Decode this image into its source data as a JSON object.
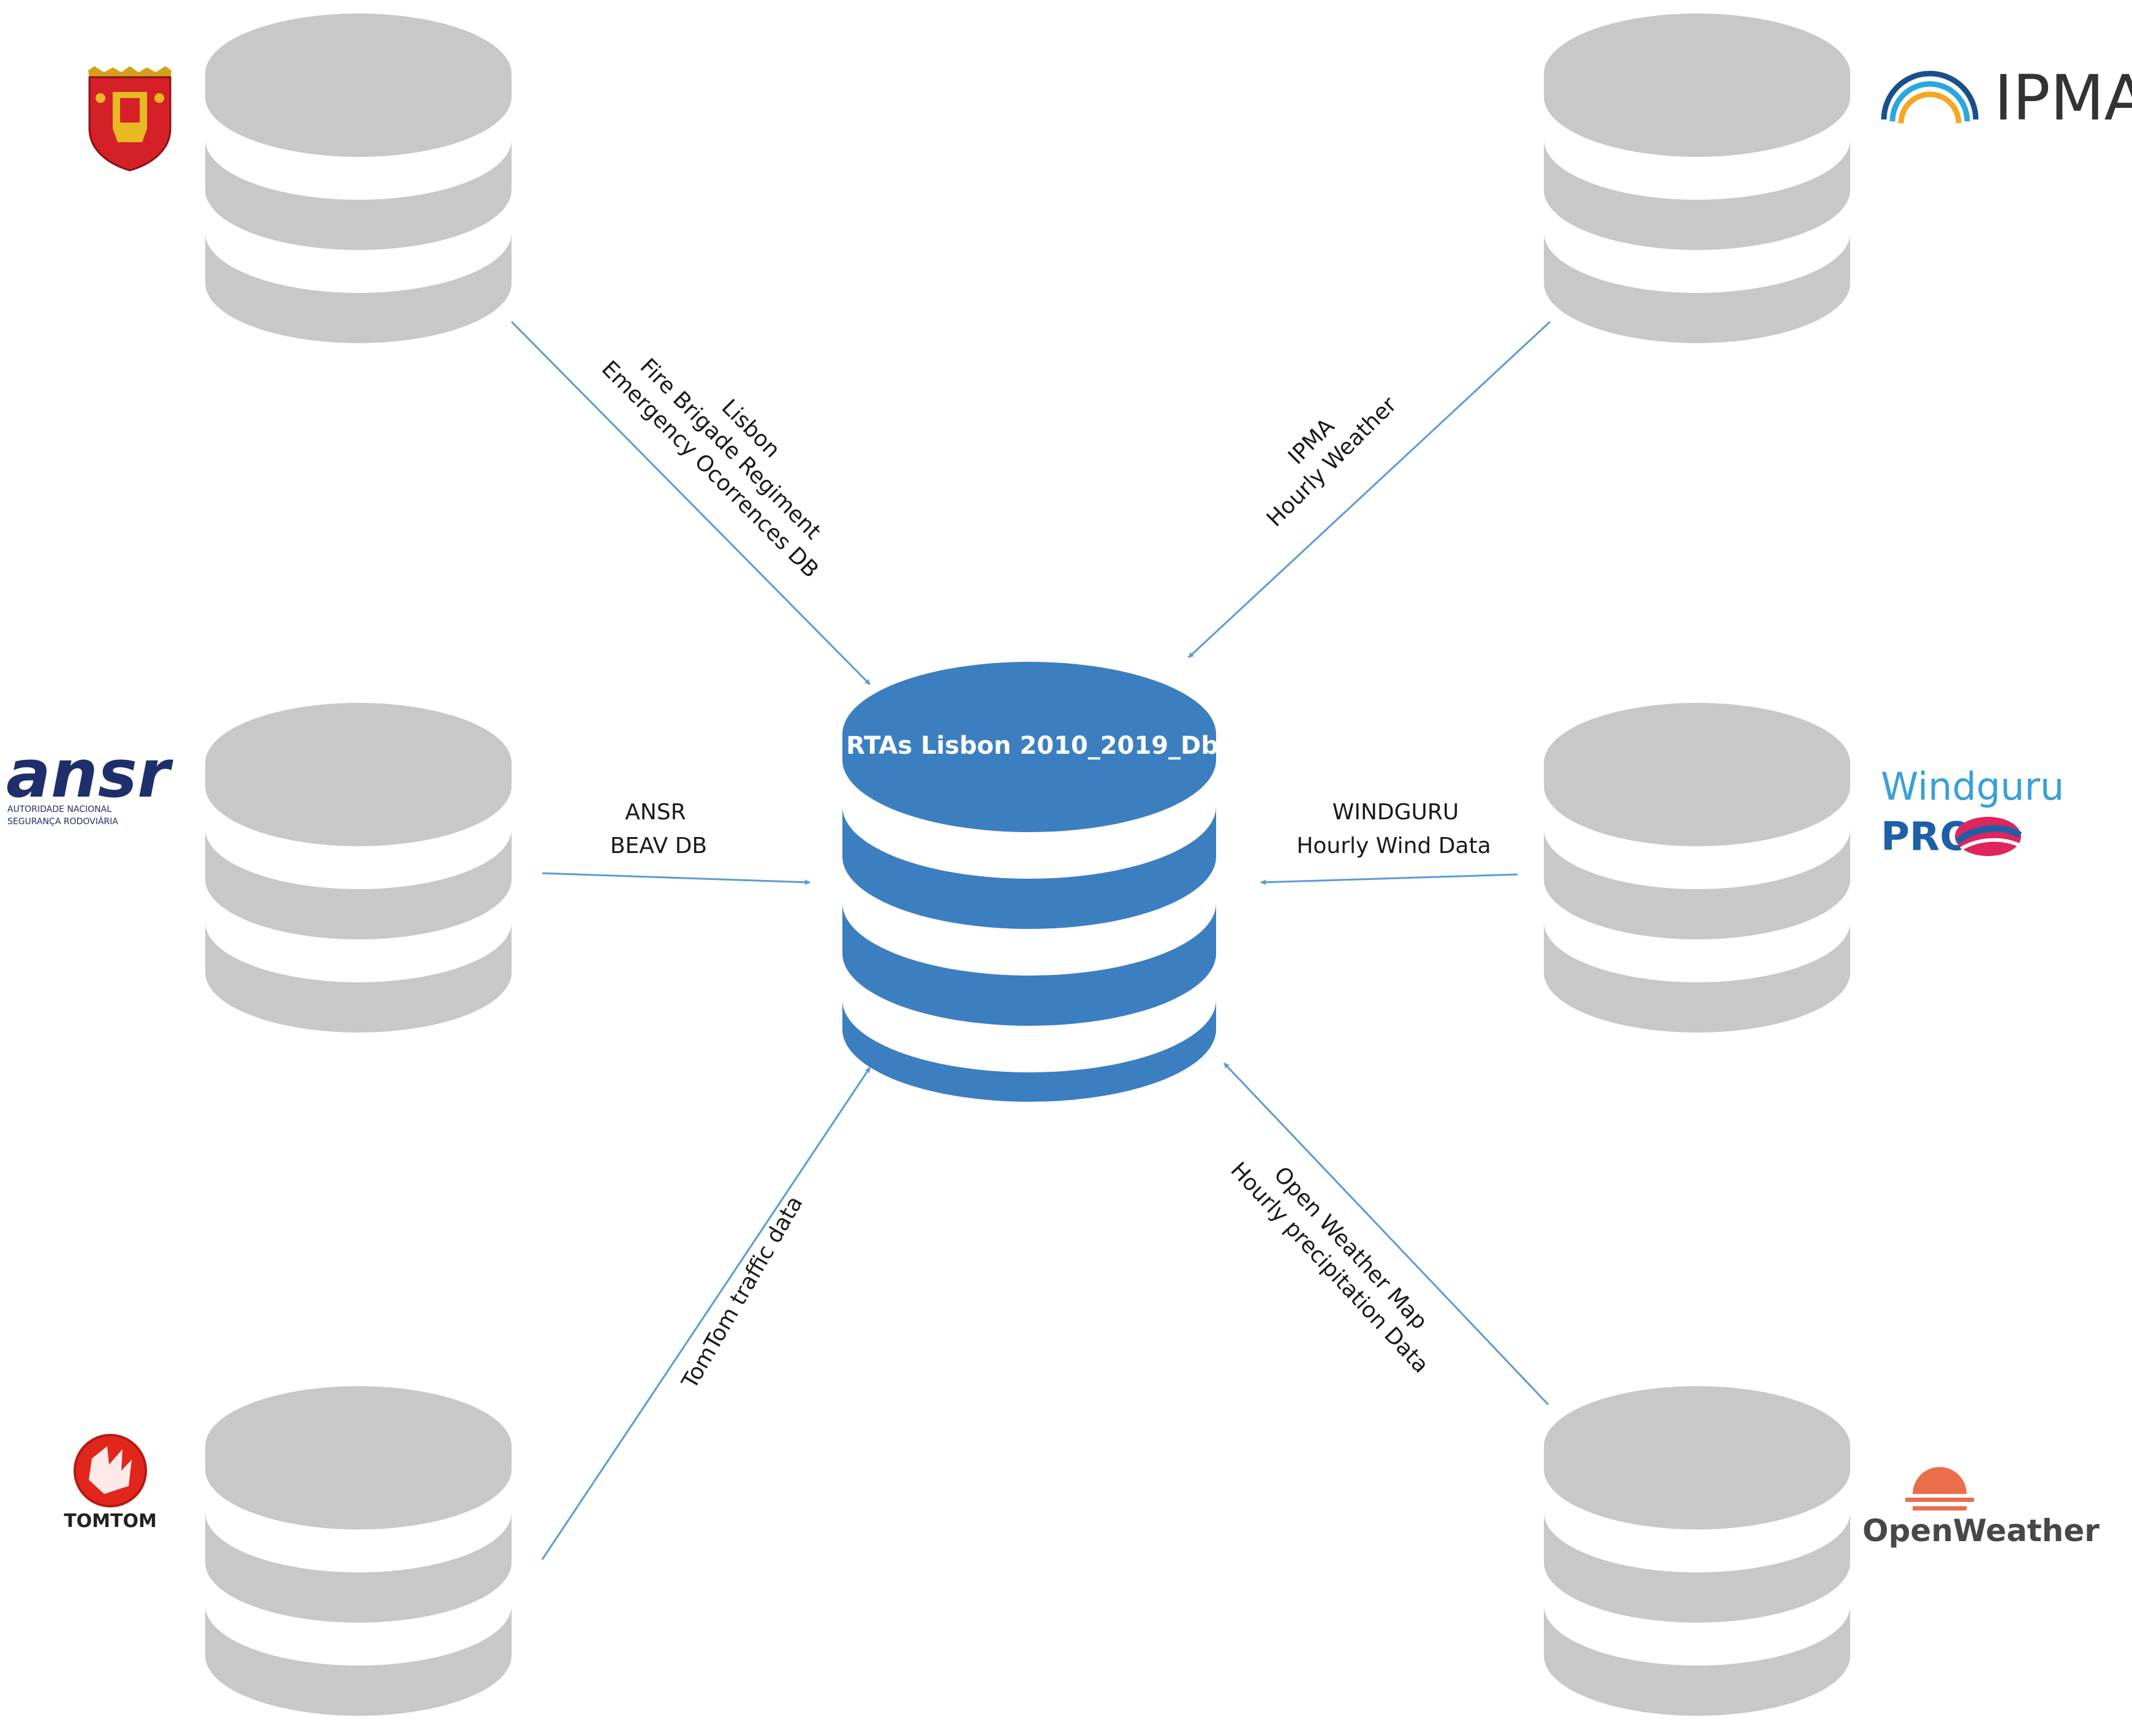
{
  "central_db": {
    "title": "RTAs Lisbon 2010_2019_Db",
    "color": "#3c7fc1"
  },
  "source_db_color": "#c8c8c8",
  "arrow_color": "#5b9bd5",
  "sources": {
    "fire_brigade": {
      "logo": "lisbon-coat-of-arms-icon",
      "line1": "Lisbon",
      "line2": "Fire Brigade Regiment",
      "line3": "Emergency Ocorrences DB"
    },
    "ipma": {
      "logo_text": "IPMA",
      "line1": "IPMA",
      "line2": "Hourly Weather"
    },
    "ansr": {
      "logo_text": "ansr",
      "logo_sub1": "AUTORIDADE NACIONAL",
      "logo_sub2": "SEGURANÇA RODOVIÁRIA",
      "line1": "ANSR",
      "line2": "BEAV DB"
    },
    "windguru": {
      "logo_text": "Windguru",
      "logo_sub": "PRO",
      "line1": "WINDGURU",
      "line2": "Hourly Wind Data"
    },
    "tomtom": {
      "logo_text": "TOMTOM",
      "line1": "TomTom traffic data"
    },
    "openweather": {
      "logo_text": "OpenWeather",
      "line1": "Open Weather Map",
      "line2": "Hourly precipitation Data"
    }
  }
}
